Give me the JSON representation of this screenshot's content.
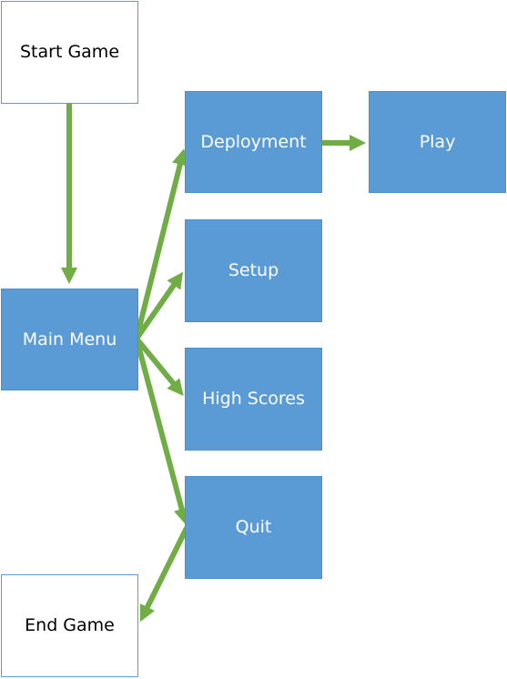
{
  "diagram": {
    "colors": {
      "node_fill": "#5b9bd5",
      "node_outline": "#5b9bd5",
      "arrow": "#70ad47",
      "outline_text": "#000000",
      "filled_text": "#ffffff"
    },
    "nodes": {
      "start_game": "Start Game",
      "main_menu": "Main Menu",
      "deployment": "Deployment",
      "play": "Play",
      "setup": "Setup",
      "high_scores": "High Scores",
      "quit": "Quit",
      "end_game": "End Game"
    },
    "edges": [
      {
        "from": "start_game",
        "to": "main_menu"
      },
      {
        "from": "main_menu",
        "to": "deployment"
      },
      {
        "from": "main_menu",
        "to": "setup"
      },
      {
        "from": "main_menu",
        "to": "high_scores"
      },
      {
        "from": "main_menu",
        "to": "quit"
      },
      {
        "from": "deployment",
        "to": "play"
      },
      {
        "from": "quit",
        "to": "end_game"
      }
    ]
  }
}
